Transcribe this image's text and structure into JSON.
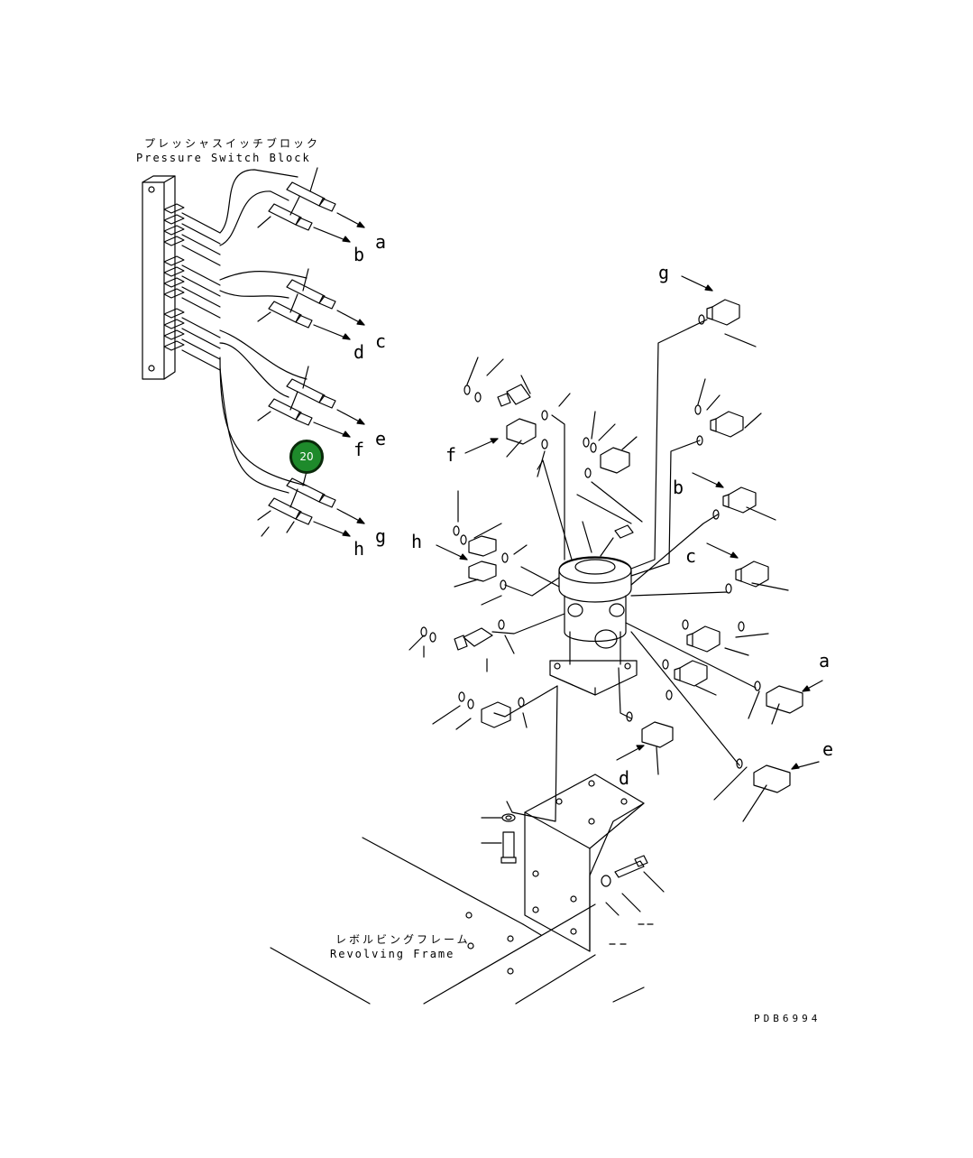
{
  "labels": {
    "pressure_switch_block_jp": "プレッシャスイッチブロック",
    "pressure_switch_block_en": "Pressure Switch Block",
    "revolving_frame_jp": "レボルビングフレーム",
    "revolving_frame_en": "Revolving Frame",
    "drawing_code": "PDB6994"
  },
  "callout": {
    "number": "20",
    "color": "#1e8a2b"
  },
  "port_letters_left": [
    "a",
    "b",
    "c",
    "d",
    "e",
    "f",
    "g",
    "h"
  ],
  "port_letters_right": {
    "g": "g",
    "f": "f",
    "b": "b",
    "h": "h",
    "c": "c",
    "a": "a",
    "e": "e",
    "d": "d"
  }
}
